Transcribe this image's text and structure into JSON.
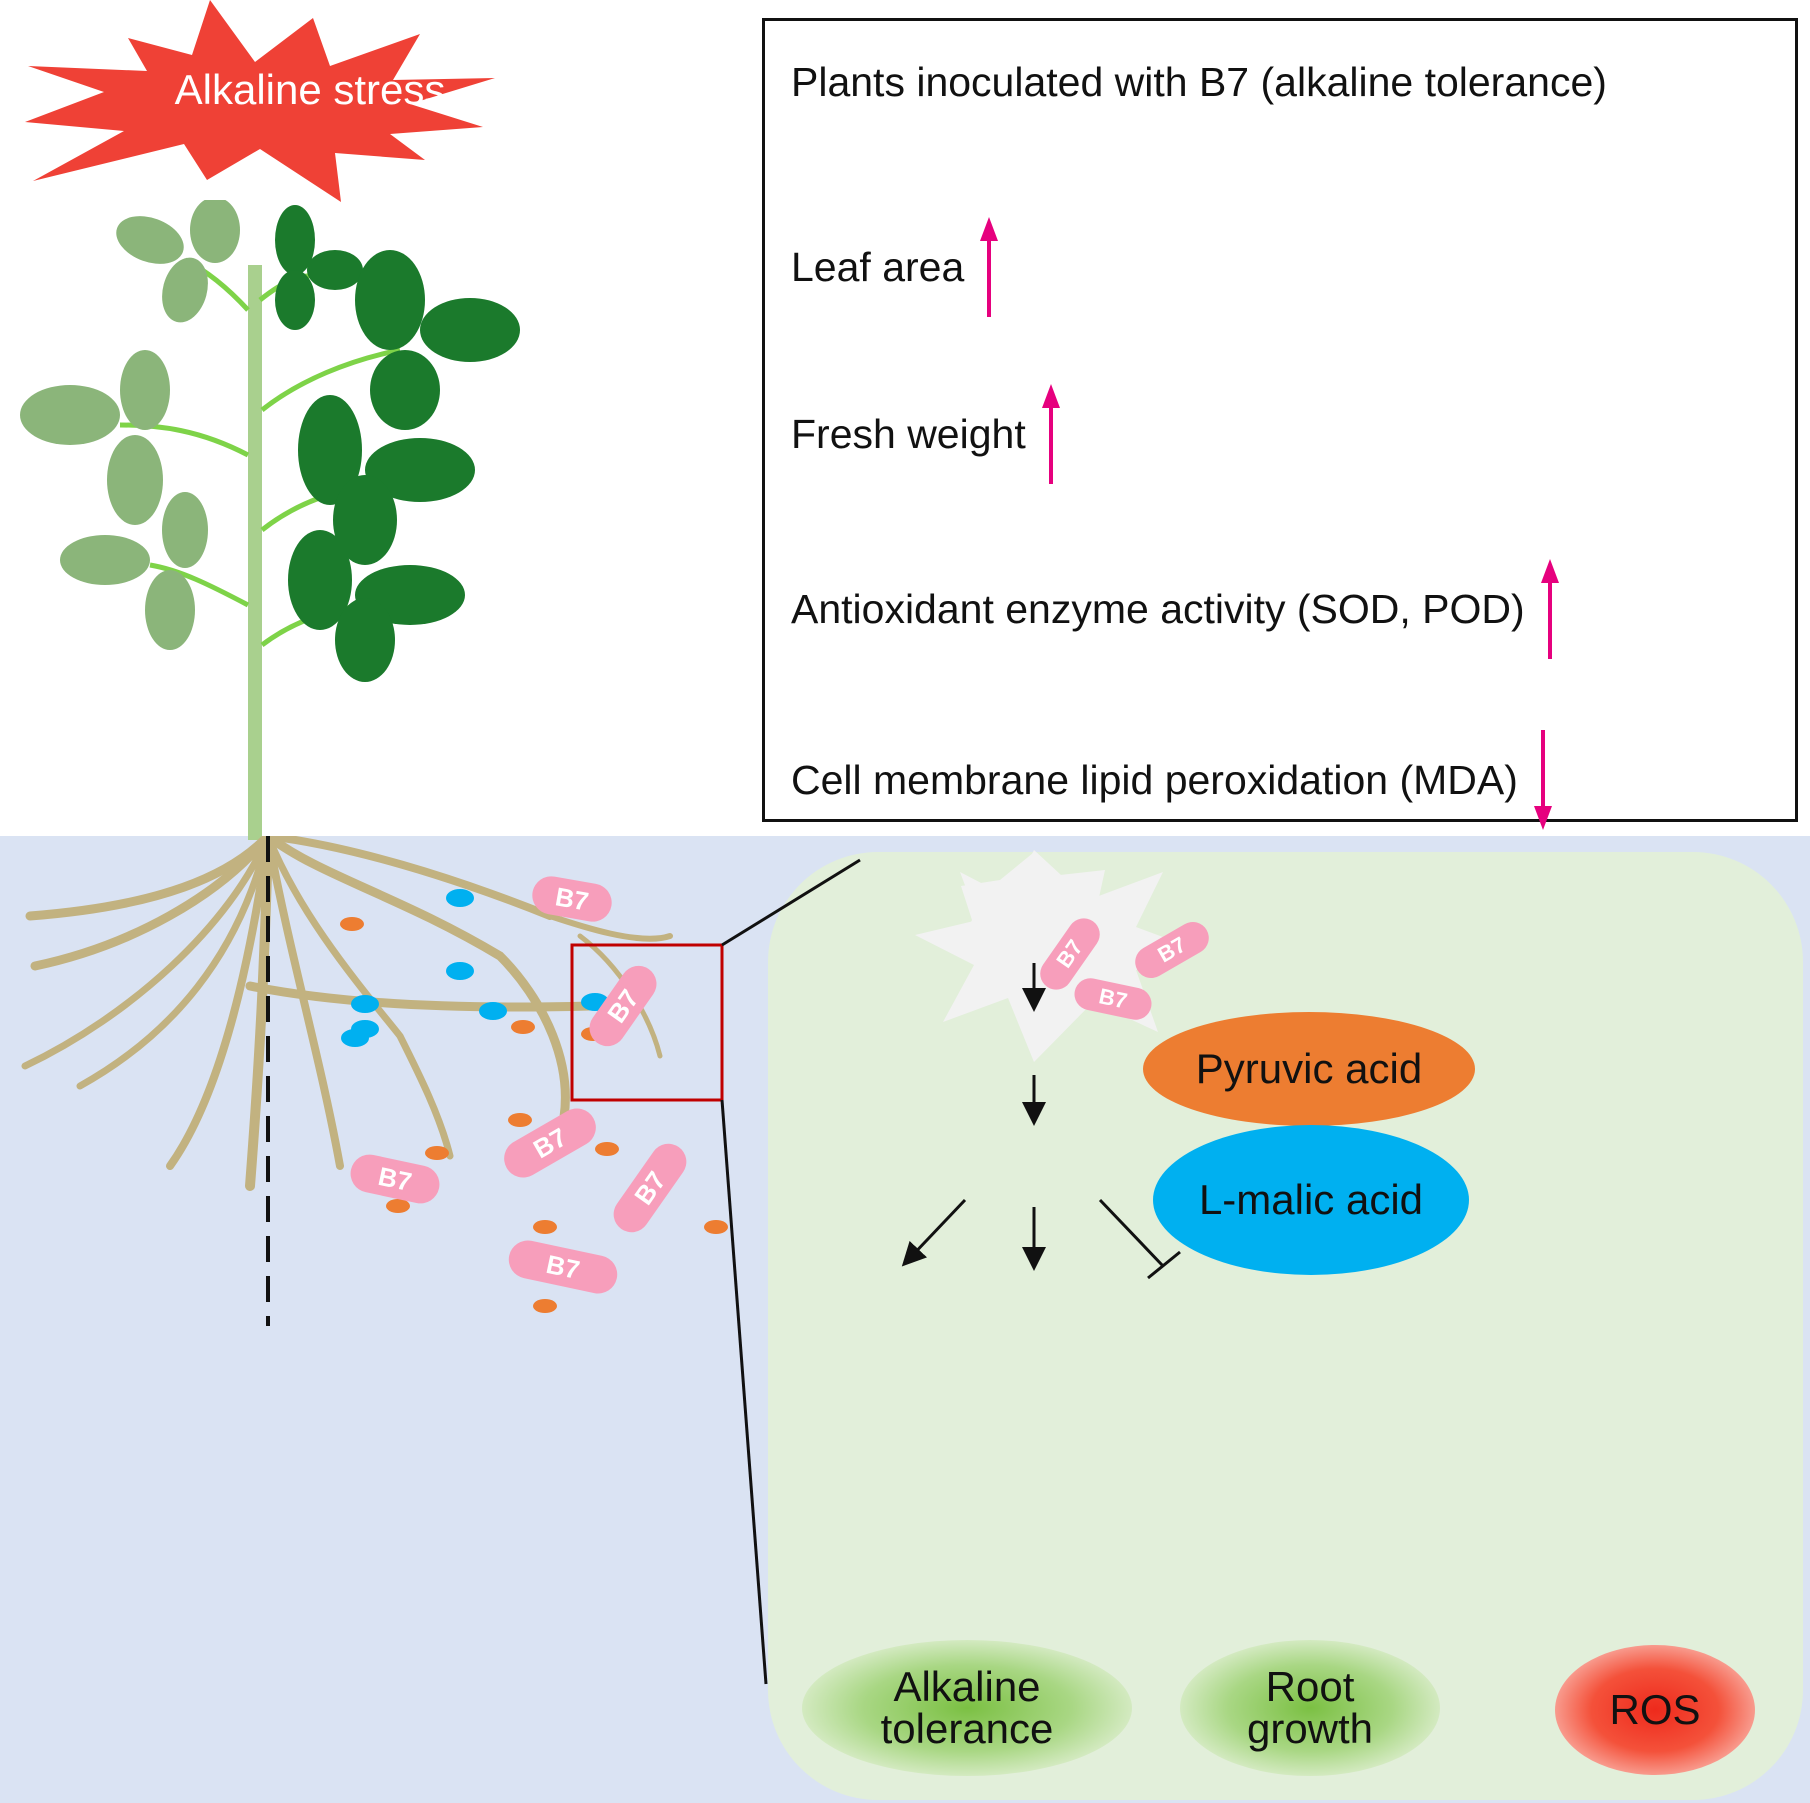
{
  "stress": {
    "label": "Alkaline stress",
    "color": "#ef4136"
  },
  "info_box": {
    "title": "Plants inoculated with B7 (alkaline tolerance)",
    "items": [
      {
        "label": "Leaf area",
        "trend": "up"
      },
      {
        "label": "Fresh weight",
        "trend": "up"
      },
      {
        "label": "Antioxidant enzyme activity (SOD, POD)",
        "trend": "up"
      },
      {
        "label": "Cell membrane lipid peroxidation (MDA)",
        "trend": "down"
      }
    ],
    "arrow_color": "#e6007e"
  },
  "rhizosphere": {
    "bacteria_label": "B7",
    "bacteria_count": 6,
    "bacteria_color": "#f79ebb",
    "orange_dot_color": "#ed7d31",
    "blue_dot_color": "#00b0f0"
  },
  "pathway": {
    "source_bacteria": [
      "B7",
      "B7",
      "B7"
    ],
    "nodes": {
      "pyruvic": "Pyruvic acid",
      "malic": "L-malic acid"
    },
    "outcomes": [
      {
        "line1": "Alkaline",
        "line2": "tolerance",
        "effect": "promotes"
      },
      {
        "line1": "Root",
        "line2": "growth",
        "effect": "promotes"
      },
      {
        "line1": "ROS",
        "line2": "",
        "effect": "inhibits"
      }
    ]
  }
}
